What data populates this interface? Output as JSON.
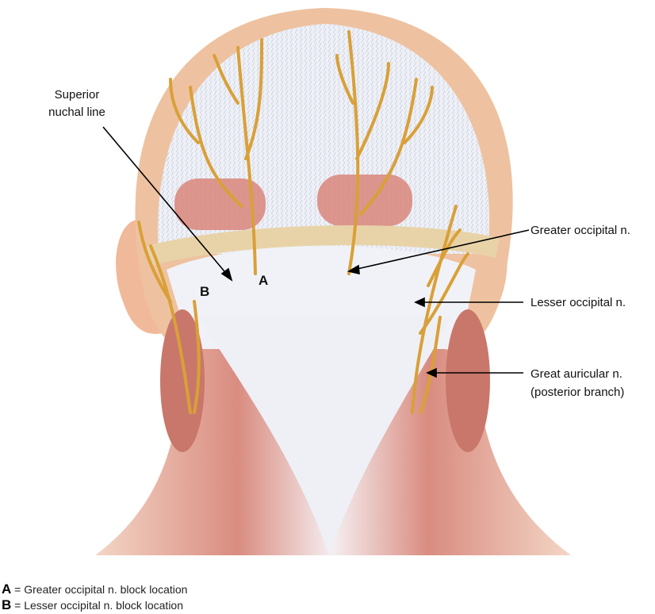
{
  "labels": {
    "superior_nuchal_line": [
      "Superior",
      "nuchal line"
    ],
    "greater_occipital": "Greater occipital n.",
    "lesser_occipital": "Lesser occipital n.",
    "great_auricular": [
      "Great auricular n.",
      "(posterior branch)"
    ],
    "point_a": "A",
    "point_b": "B"
  },
  "legend": [
    {
      "key": "A",
      "text": "= Greater occipital n. block location"
    },
    {
      "key": "B",
      "text": "= Lesser occipital n. block location"
    }
  ],
  "colors": {
    "skin": "#f1c9a8",
    "muscle": "#d9867a",
    "nerve": "#e0a83a",
    "fascia": "#eef0f6"
  }
}
